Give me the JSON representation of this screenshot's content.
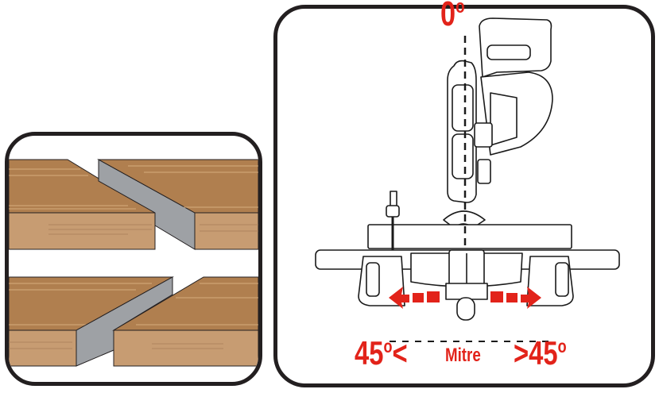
{
  "figure": {
    "left_panel": {
      "title": "mitre-cut-illustration",
      "description": "Two wooden boards shown with angled mitre cuts, grey cut faces"
    },
    "right_panel": {
      "title": "mitre-saw-front-view",
      "labels": {
        "top_angle_value": "0",
        "top_angle_unit": "o",
        "left_angle_value": "45",
        "left_angle_unit": "o",
        "left_angle_symbol": "<",
        "center_label": "Mitre",
        "right_angle_symbol": ">",
        "right_angle_value": "45",
        "right_angle_unit": "o"
      }
    },
    "colors": {
      "frame": "#231f20",
      "wood_top": "#b07f4f",
      "wood_side": "#c79c72",
      "cut_face": "#9ea1a5",
      "accent_red": "#e2231a",
      "line": "#1a1a1a"
    }
  }
}
